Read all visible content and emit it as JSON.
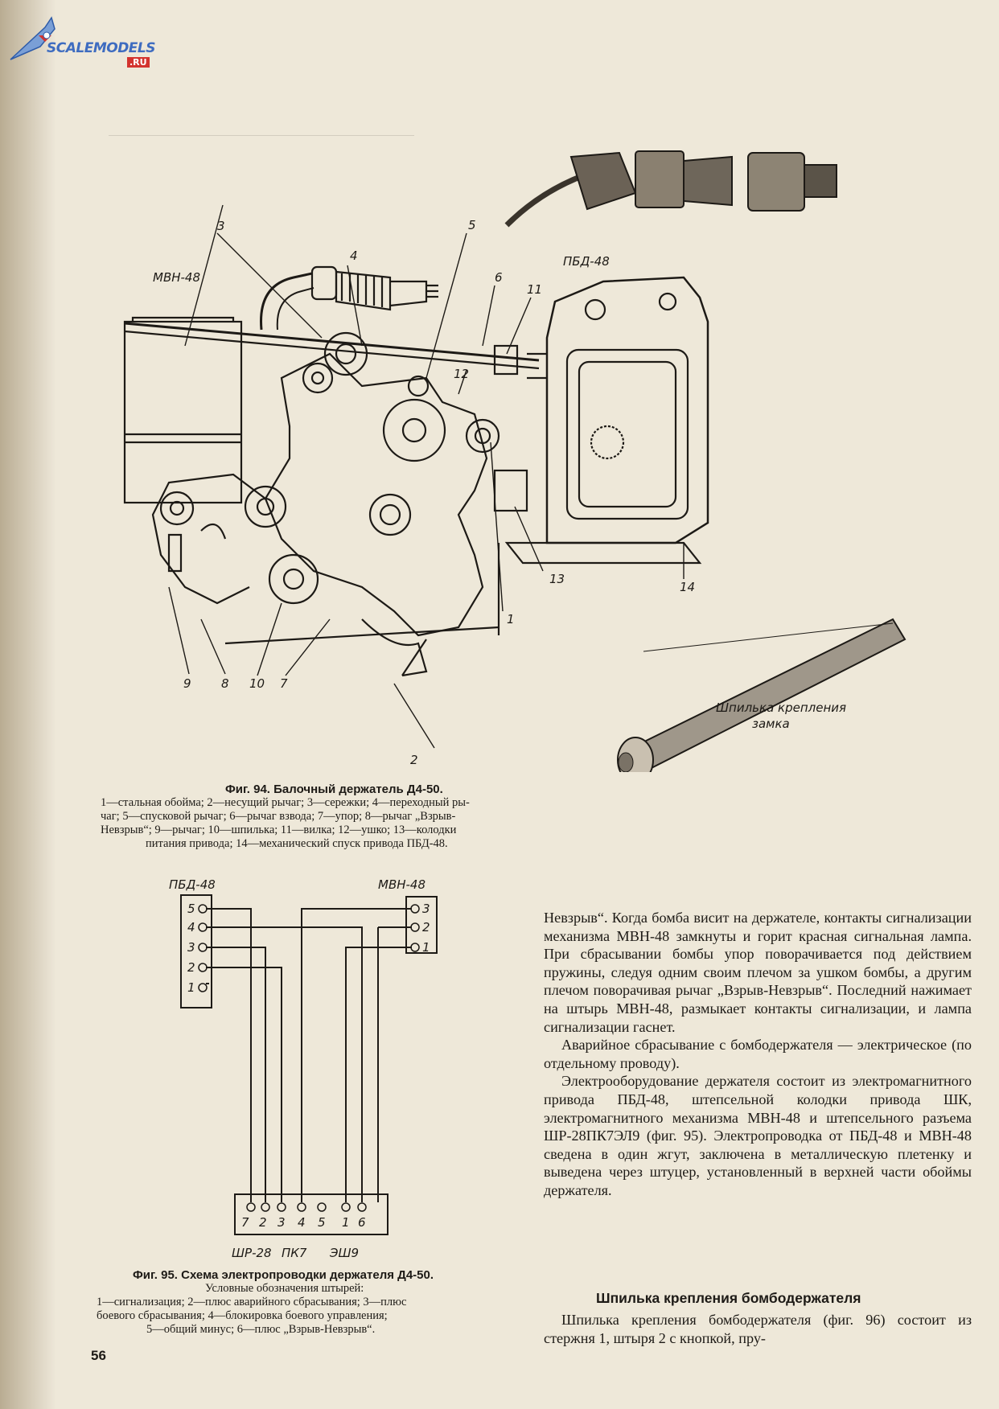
{
  "watermark": {
    "name": "SCALEMODELS",
    "suffix": ".RU"
  },
  "figure94": {
    "labels": {
      "mvn": "МВН-48",
      "pbd": "ПБД-48",
      "n1": "1",
      "n2": "2",
      "n3": "3",
      "n4": "4",
      "n5": "5",
      "n6": "6",
      "n7": "7",
      "n8": "8",
      "n9": "9",
      "n10": "10",
      "n11": "11",
      "n12": "12",
      "n13": "13",
      "n14": "14",
      "n10b": "10",
      "pin_label_1": "Шпилька крепления",
      "pin_label_2": "замка"
    },
    "caption_title": "Фиг. 94. Балочный держатель Д4-50.",
    "caption_line1": "1—стальная обойма; 2—несущий рычаг; 3—сережки; 4—переходный ры-",
    "caption_line2": "чаг; 5—спусковой рычаг; 6—рычаг взвода; 7—упор; 8—рычаг „Взрыв-",
    "caption_line3": "Невзрыв“; 9—рычаг; 10—шпилька; 11—вилка; 12—ушко; 13—колодки",
    "caption_line4": "питания привода; 14—механический спуск привода ПБД-48."
  },
  "figure95": {
    "labels": {
      "pbd": "ПБД-48",
      "mvn": "МВН-48",
      "p5": "5",
      "p4": "4",
      "p3": "3",
      "p2": "2",
      "p1": "1",
      "m3": "3",
      "m2": "2",
      "m1": "1",
      "c7": "7",
      "c2": "2",
      "c3": "3",
      "c4": "4",
      "c5": "5",
      "c1": "1",
      "c6": "6",
      "conn1": "ШР-28",
      "conn2": "ПК7",
      "conn3": "ЭШ9"
    },
    "caption_title": "Фиг. 95. Схема электропроводки держателя Д4-50.",
    "caption_sub": "Условные обозначения штырей:",
    "caption_line1": "1—сигнализация; 2—плюс аварийного сбрасывания; 3—плюс",
    "caption_line2": "боевого сбрасывания; 4—блокировка боевого управления;",
    "caption_line3": "5—общий минус; 6—плюс „Взрыв-Невзрыв“."
  },
  "body": {
    "p1": "Невзрыв“. Когда бомба висит на держателе, контакты сигнализации механизма МВН-48 замкнуты и горит красная сигнальная лампа. При сбрасывании бомбы упор поворачивается под действием пружины, следуя одним своим плечом за ушком бомбы, а другим плечом поворачивая рычаг „Взрыв-Невзрыв“. Последний нажимает на штырь МВН-48, размыкает контакты сигнализации, и лампа сигнализации гаснет.",
    "p2": "Аварийное сбрасывание с бомбодержателя — электрическое (по отдельному проводу).",
    "p3": "Электрооборудование держателя состоит из электромагнитного привода ПБД-48, штепсельной колодки привода ШК, электромагнитного механизма МВН-48 и штепсельного разъема ШР-28ПК7ЭЛ9 (фиг. 95). Электропроводка от ПБД-48 и МВН-48 сведена в один жгут, заключена в металлическую плетенку и выведена через штуцер, установленный в верхней части обоймы держателя.",
    "heading": "Шпилька крепления бомбодержателя",
    "p4": "Шпилька крепления бомбодержателя (фиг. 96) состоит из стержня 1, штыря 2 с кнопкой, пру-"
  },
  "page_number": "56",
  "colors": {
    "paper": "#eee8d9",
    "ink": "#1d1a16",
    "logo_blue": "#3e6cc0",
    "logo_red": "#d3332e"
  }
}
